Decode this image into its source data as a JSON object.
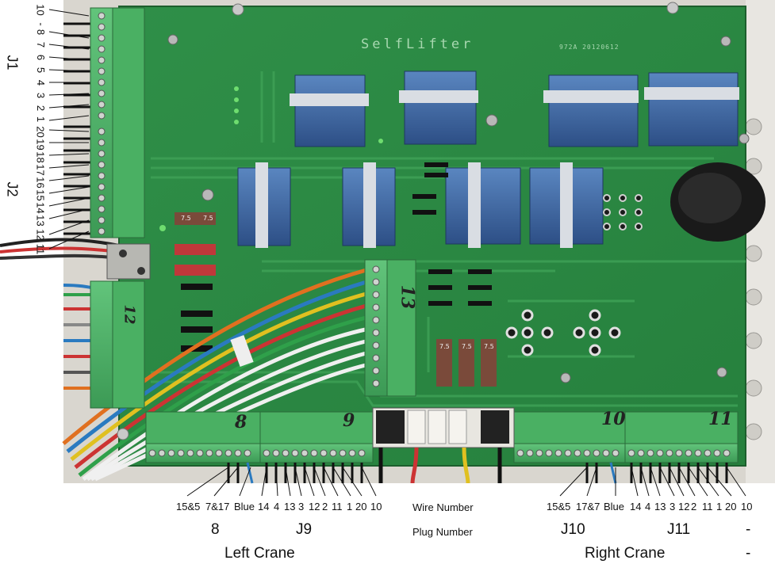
{
  "board": {
    "silkscreen_title": "SelfLifter",
    "silkscreen_code": "972A   20120612"
  },
  "left_labels": {
    "j1_label": "J1",
    "j2_label": "J2",
    "j1_pins": [
      "10",
      "-",
      "8",
      "7",
      "6",
      "5",
      "4",
      "3",
      "2",
      "1"
    ],
    "j2_pins": [
      "20",
      "19",
      "18",
      "17",
      "16",
      "15",
      "14",
      "13",
      "12",
      "11"
    ]
  },
  "handwritten": {
    "h8": "8",
    "h9": "9",
    "h10": "10",
    "h11": "11",
    "h13": "13",
    "h12": "12"
  },
  "fuse_ratings": [
    "7.5",
    "7.5",
    "7.5",
    "7.5",
    "7.5"
  ],
  "bottom": {
    "left_wires": [
      "15&5",
      "7&17",
      "Blue",
      "14",
      "4",
      "13",
      "3",
      "12",
      "2",
      "11",
      "1",
      "20",
      "10"
    ],
    "right_wires": [
      "15&5",
      "17&7",
      "Blue",
      "14",
      "4",
      "13",
      "3",
      "12",
      "2",
      "11",
      "1",
      "20",
      "10"
    ],
    "wire_number_label": "Wire Number",
    "plug_number_label": "Plug Number",
    "left_plugs": [
      "8",
      "J9"
    ],
    "right_plugs": [
      "J10",
      "J11",
      "-"
    ],
    "left_crane_label": "Left Crane",
    "right_crane_label": "Right Crane",
    "right_dash": "-"
  },
  "colors": {
    "pcb_green": "#2f8c45",
    "terminal_green": "#4fb86a",
    "relay_blue": "#3e6aa8",
    "fuse_red": "#c0383a",
    "fuse_brown": "#7a4a3a"
  }
}
